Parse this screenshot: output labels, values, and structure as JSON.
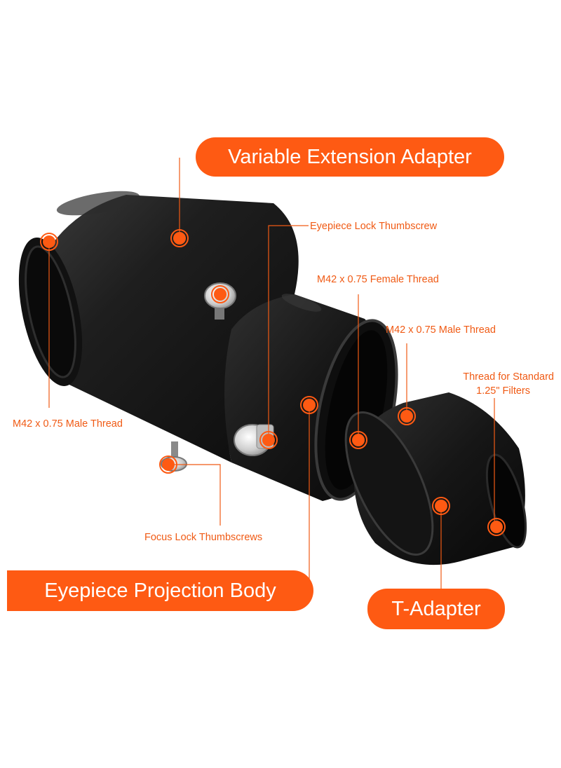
{
  "colors": {
    "accent": "#fe5a13",
    "callout_text": "#f05a14",
    "leader_line": "#f05a14",
    "product_body": "#1b1b1b",
    "background": "#ffffff"
  },
  "titles": {
    "variable_extension_adapter": "Variable Extension Adapter",
    "eyepiece_projection_body": "Eyepiece Projection Body",
    "t_adapter": "T-Adapter"
  },
  "callouts": {
    "eyepiece_lock_thumbscrew": "Eyepiece Lock Thumbscrew",
    "m42_female_thread": "M42 x 0.75 Female Thread",
    "m42_male_thread_right": "M42 x 0.75 Male Thread",
    "thread_for_standard_line1": "Thread for Standard",
    "thread_for_standard_line2": "1.25\" Filters",
    "m42_male_thread_left": "M42 x 0.75 Male Thread",
    "focus_lock_thumbscrews": "Focus Lock Thumbscrews"
  },
  "icons": {
    "marker": "orange-target-dot-icon",
    "thumbscrew": "knurled-thumbscrew-icon"
  }
}
